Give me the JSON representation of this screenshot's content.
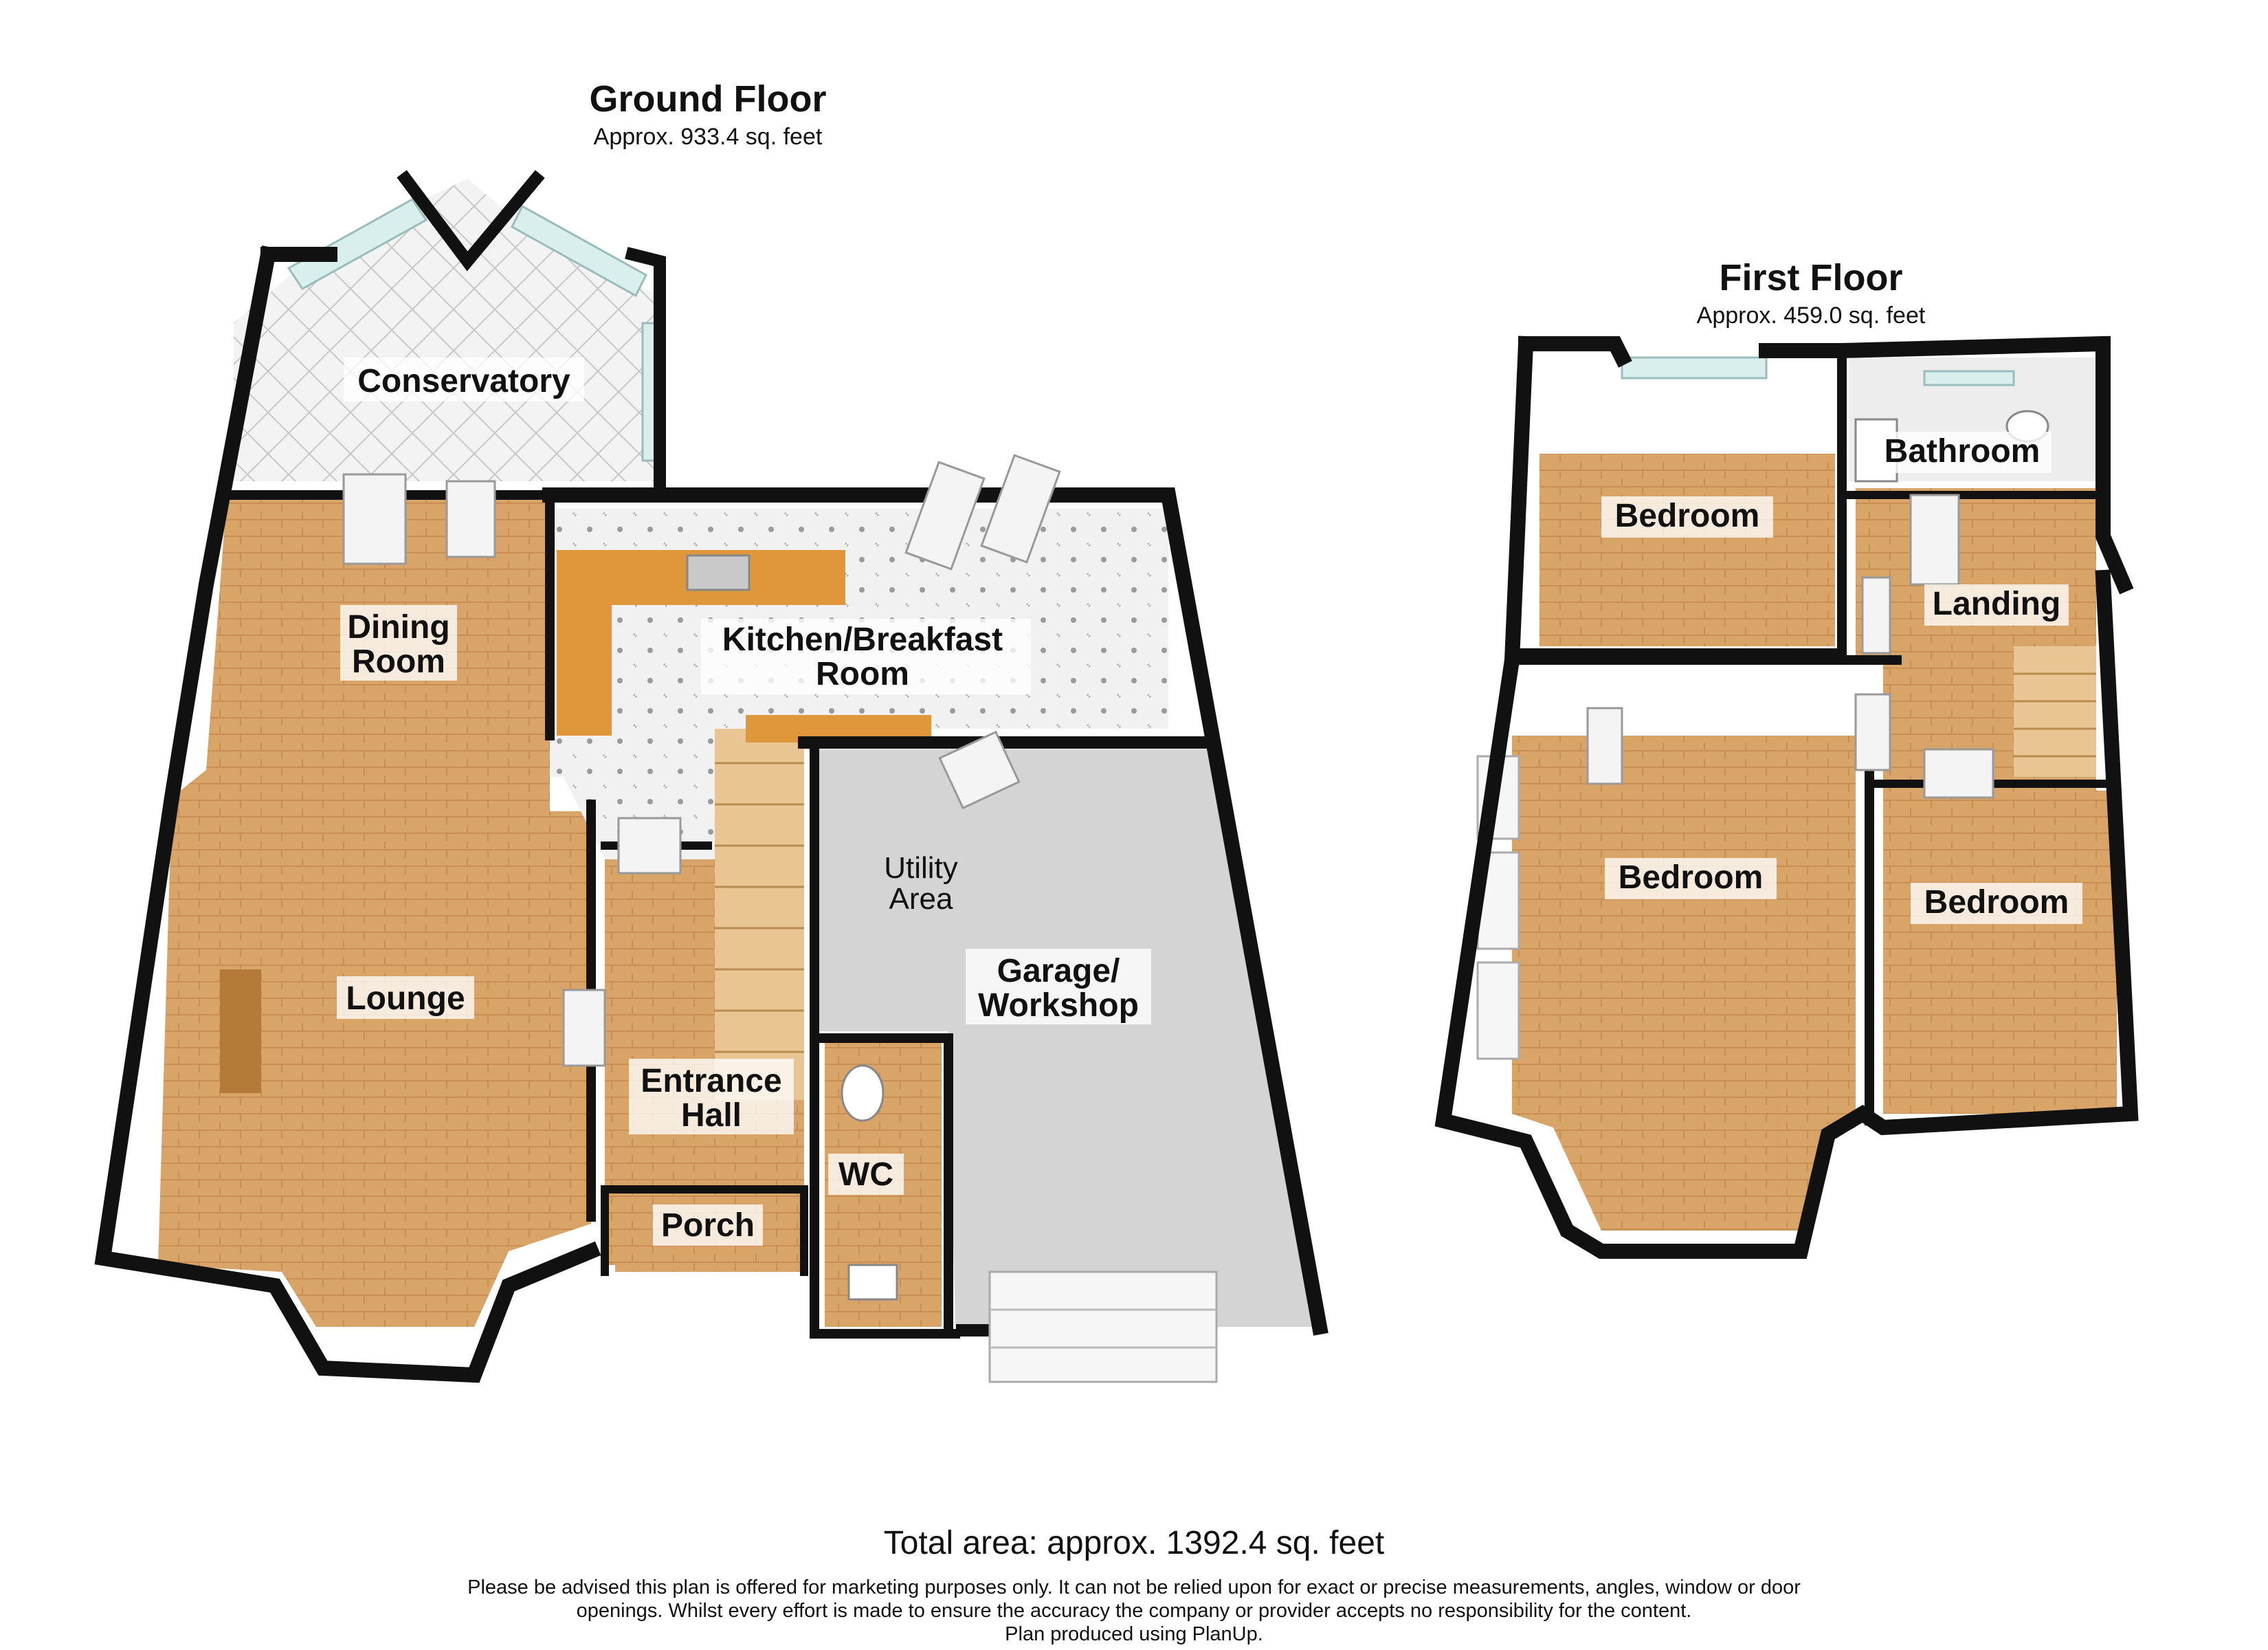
{
  "ground_floor": {
    "title": "Ground Floor",
    "area": "Approx. 933.4 sq. feet",
    "rooms": {
      "conservatory": "Conservatory",
      "dining_1": "Dining",
      "dining_2": "Room",
      "kitchen_1": "Kitchen/Breakfast",
      "kitchen_2": "Room",
      "utility_1": "Utility",
      "utility_2": "Area",
      "lounge": "Lounge",
      "garage_1": "Garage/",
      "garage_2": "Workshop",
      "entrance_1": "Entrance",
      "entrance_2": "Hall",
      "wc": "WC",
      "porch": "Porch"
    }
  },
  "first_floor": {
    "title": "First Floor",
    "area": "Approx. 459.0 sq. feet",
    "rooms": {
      "bathroom": "Bathroom",
      "bedroom_1": "Bedroom",
      "landing": "Landing",
      "bedroom_2": "Bedroom",
      "bedroom_3": "Bedroom"
    }
  },
  "footer": {
    "total": "Total area: approx. 1392.4 sq. feet",
    "disclaimer_1": "Please be advised this plan is offered for marketing purposes only. It can not be relied upon for exact or precise measurements, angles, window or door",
    "disclaimer_2": "openings. Whilst every effort is made to ensure the accuracy the company or provider accepts no responsibility for the content.",
    "produced": "Plan produced using PlanUp."
  },
  "colors": {
    "wall": "#111111",
    "wood_floor": "#d9a468",
    "tile_floor": "#eeeeee",
    "garage_floor": "#d4d4d4",
    "carpet_worktop": "#e0963a",
    "glass": "#d8efee"
  }
}
